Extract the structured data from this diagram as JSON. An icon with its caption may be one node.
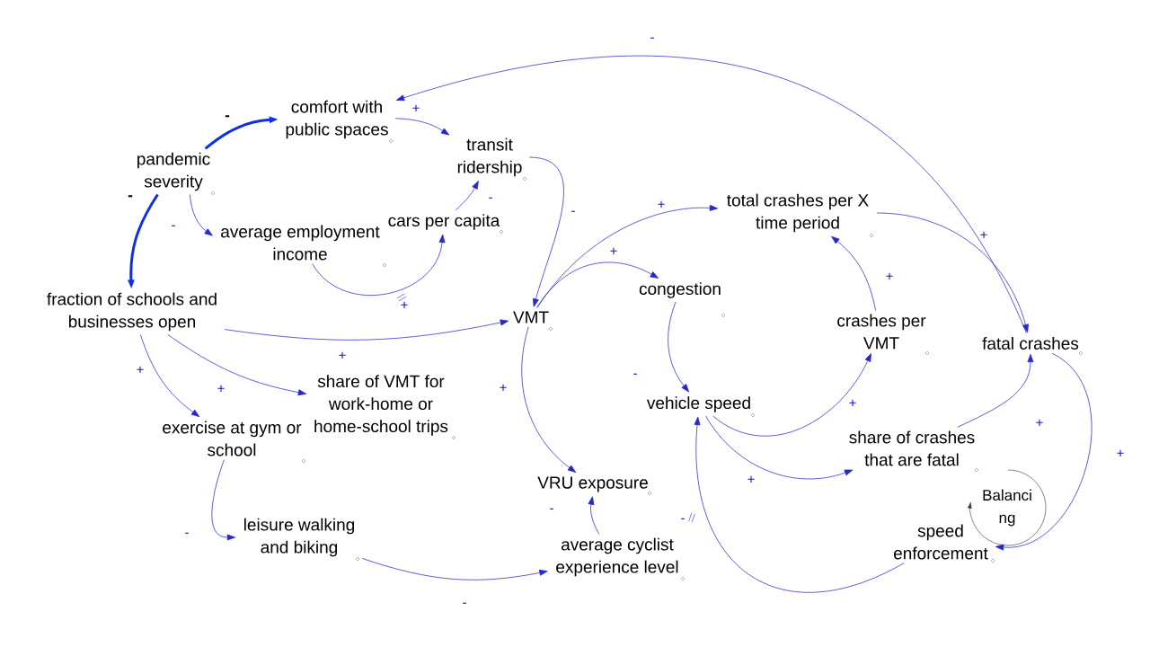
{
  "diagram": {
    "nodes": [
      {
        "text": [
          "comfort with public spaces"
        ]
      },
      {
        "text": [
          "pandemic severity"
        ]
      },
      {
        "text": [
          "transit ridership"
        ]
      },
      {
        "text": [
          "average employment income"
        ]
      },
      {
        "text": [
          "cars per capita"
        ]
      },
      {
        "text": [
          "fraction of schools and businesses open"
        ]
      },
      {
        "text": [
          "total crashes per X time period"
        ]
      },
      {
        "text": [
          "congestion"
        ]
      },
      {
        "text": [
          "VMT"
        ]
      },
      {
        "text": [
          "crashes per VMT"
        ]
      },
      {
        "text": [
          "fatal crashes"
        ]
      },
      {
        "text": [
          "share of VMT for work-home or home-school trips"
        ]
      },
      {
        "text": [
          "exercise at gym or school"
        ]
      },
      {
        "text": [
          "vehicle speed"
        ]
      },
      {
        "text": [
          "share of crashes that are fatal"
        ]
      },
      {
        "text": [
          "VRU exposure"
        ]
      },
      {
        "text": [
          "leisure walking and biking"
        ]
      },
      {
        "text": [
          "speed enforcement"
        ]
      },
      {
        "text": [
          "average cyclist experience level"
        ]
      }
    ],
    "edges": [
      {
        "from": 1,
        "to": 0,
        "arrow": "to",
        "label": "-",
        "style": "thick",
        "color": "#1030e0"
      },
      {
        "from": 1,
        "to": 5,
        "arrow": "to",
        "label": "-",
        "style": "thick",
        "color": "#1030e0"
      },
      {
        "from": 1,
        "to": 3,
        "arrow": "to",
        "label": "-"
      },
      {
        "from": 10,
        "to": 0,
        "arrow": "to",
        "label": "-"
      },
      {
        "from": 0,
        "to": 2,
        "arrow": "to",
        "label": "+"
      },
      {
        "from": 3,
        "to": 4,
        "arrow": "to",
        "label": "+"
      },
      {
        "from": 4,
        "to": 2,
        "arrow": "to",
        "label": "-"
      },
      {
        "from": 2,
        "to": 8,
        "arrow": "to",
        "label": "-"
      },
      {
        "from": 8,
        "to": 6,
        "arrow": "to",
        "label": "+"
      },
      {
        "from": 8,
        "to": 7,
        "arrow": "to",
        "label": "+"
      },
      {
        "from": 5,
        "to": 8,
        "arrow": "to",
        "label": "+"
      },
      {
        "from": 8,
        "to": 15,
        "arrow": "to",
        "label": "+"
      },
      {
        "from": 5,
        "to": 12,
        "arrow": "to",
        "label": "+"
      },
      {
        "from": 5,
        "to": 11,
        "arrow": "to",
        "label": "+"
      },
      {
        "from": 12,
        "to": 16,
        "arrow": "to",
        "label": "-"
      },
      {
        "from": 16,
        "to": 18,
        "arrow": "to",
        "label": "-"
      },
      {
        "from": 18,
        "to": 15,
        "arrow": "to",
        "label": "-"
      },
      {
        "from": 7,
        "to": 13,
        "arrow": "to",
        "label": "-"
      },
      {
        "from": 13,
        "to": 9,
        "arrow": "to",
        "label": "+"
      },
      {
        "from": 13,
        "to": 14,
        "arrow": "to",
        "label": "+"
      },
      {
        "from": 9,
        "to": 6,
        "arrow": "to",
        "label": "+"
      },
      {
        "from": 6,
        "to": 10,
        "arrow": "to",
        "label": "+"
      },
      {
        "from": 14,
        "to": 10,
        "arrow": "to",
        "label": "+"
      },
      {
        "from": 10,
        "to": 17,
        "arrow": "to",
        "label": "+"
      },
      {
        "from": 17,
        "to": 13,
        "arrow": "to",
        "label": "-"
      }
    ],
    "labels": [
      "Balanci ng"
    ]
  }
}
